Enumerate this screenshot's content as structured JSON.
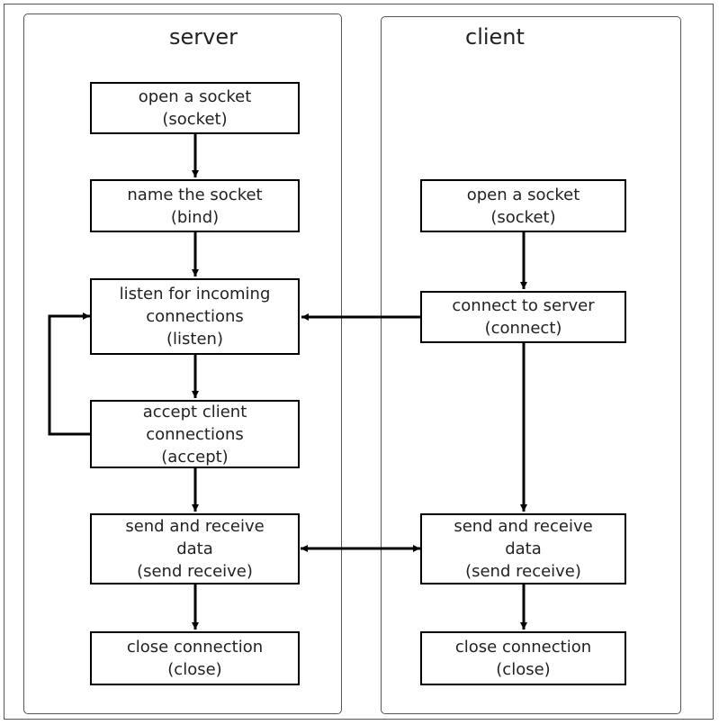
{
  "lanes": {
    "server": {
      "title": "server"
    },
    "client": {
      "title": "client"
    }
  },
  "nodes": {
    "srv_socket": {
      "line1": "open a socket",
      "line2": "(socket)"
    },
    "srv_bind": {
      "line1": "name the socket",
      "line2": "(bind)"
    },
    "srv_listen": {
      "line1": "listen for incoming",
      "line2": "connections",
      "line3": "(listen)"
    },
    "srv_accept": {
      "line1": "accept client",
      "line2": "connections",
      "line3": "(accept)"
    },
    "srv_send": {
      "line1": "send and receive",
      "line2": "data",
      "line3": "(send receive)"
    },
    "srv_close": {
      "line1": "close connection",
      "line2": "(close)"
    },
    "cli_socket": {
      "line1": "open a socket",
      "line2": "(socket)"
    },
    "cli_connect": {
      "line1": "connect to server",
      "line2": "(connect)"
    },
    "cli_send": {
      "line1": "send and receive",
      "line2": "data",
      "line3": "(send receive)"
    },
    "cli_close": {
      "line1": "close connection",
      "line2": "(close)"
    }
  },
  "edges": [
    {
      "from": "srv_socket",
      "to": "srv_bind"
    },
    {
      "from": "srv_bind",
      "to": "srv_listen"
    },
    {
      "from": "srv_listen",
      "to": "srv_accept"
    },
    {
      "from": "srv_accept",
      "to": "srv_listen",
      "style": "loop-left"
    },
    {
      "from": "srv_accept",
      "to": "srv_send"
    },
    {
      "from": "srv_send",
      "to": "srv_close"
    },
    {
      "from": "cli_socket",
      "to": "cli_connect"
    },
    {
      "from": "cli_connect",
      "to": "srv_listen"
    },
    {
      "from": "cli_connect",
      "to": "cli_send"
    },
    {
      "from": "srv_send",
      "to": "cli_send",
      "style": "bidirectional"
    },
    {
      "from": "cli_send",
      "to": "cli_close"
    }
  ]
}
